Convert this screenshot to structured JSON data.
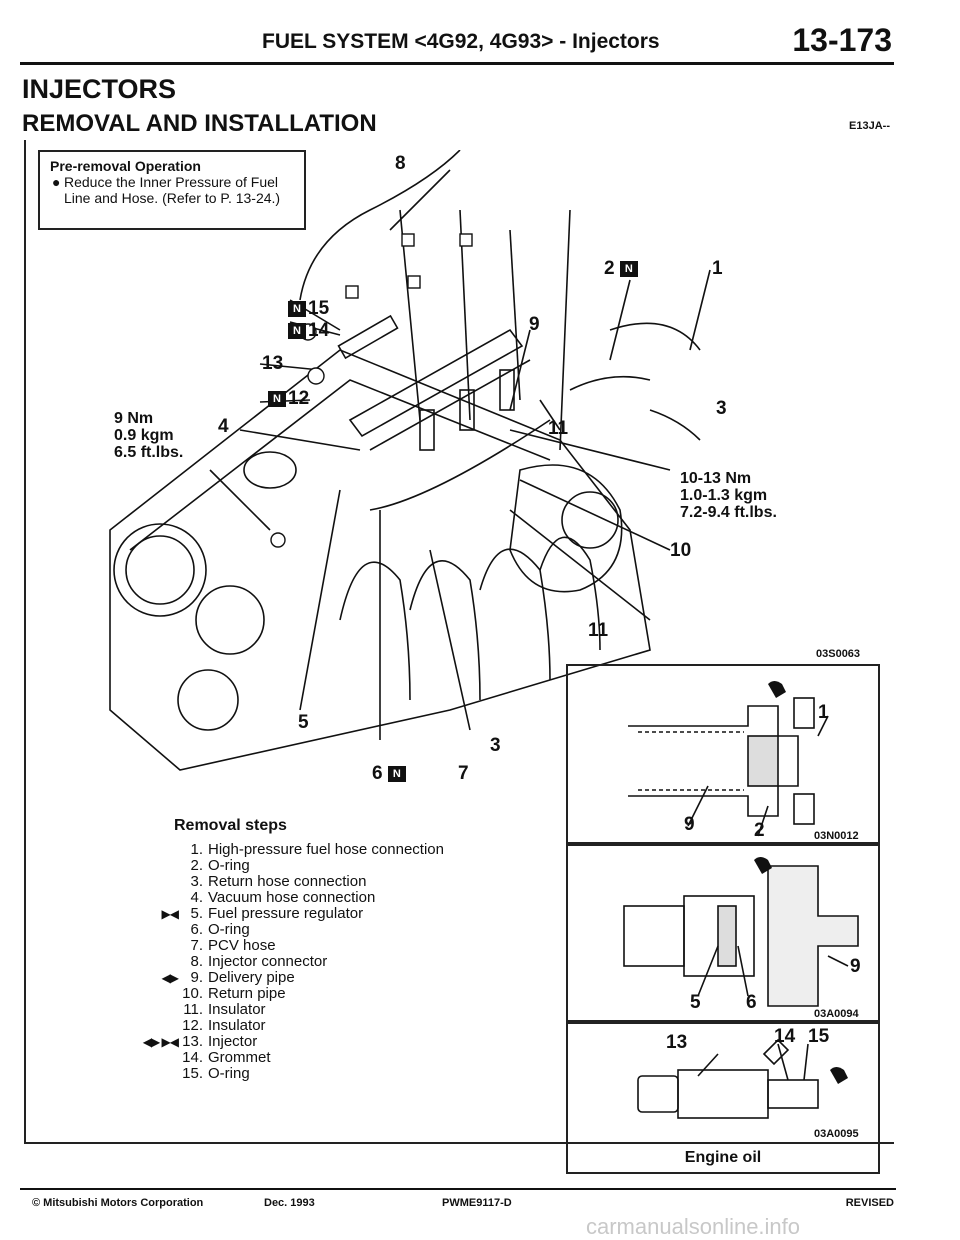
{
  "header": {
    "title": "FUEL SYSTEM <4G92, 4G93> - Injectors",
    "page_number": "13-173"
  },
  "section_title": "INJECTORS",
  "sub_title": "REMOVAL AND INSTALLATION",
  "doc_code": "E13JA--",
  "pre_removal": {
    "heading": "Pre-removal Operation",
    "bullet": "●",
    "item": "Reduce the Inner Pressure of Fuel Line and Hose. (Refer to P. 13-24.)"
  },
  "badge_letter": "N",
  "diagram": {
    "callouts": {
      "c8": "8",
      "c15": "15",
      "c14": "14",
      "c13": "13",
      "c12": "12",
      "c4": "4",
      "c9": "9",
      "c2": "2",
      "c1": "1",
      "c3": "3",
      "c11a": "11",
      "c11b": "11",
      "c10": "10",
      "c5": "5",
      "c3b": "3",
      "c6": "6",
      "c7": "7"
    },
    "torque_small": [
      "9 Nm",
      "0.9 kgm",
      "6.5 ft.lbs."
    ],
    "torque_large": [
      "10-13 Nm",
      "1.0-1.3 kgm",
      "7.2-9.4 ft.lbs."
    ],
    "figure_code": "03S0063"
  },
  "removal_steps": {
    "heading": "Removal steps",
    "steps": [
      {
        "mark": "",
        "num": "1.",
        "text": "High-pressure fuel hose connection"
      },
      {
        "mark": "",
        "num": "2.",
        "text": "O-ring"
      },
      {
        "mark": "",
        "num": "3.",
        "text": "Return hose connection"
      },
      {
        "mark": "",
        "num": "4.",
        "text": "Vacuum hose connection"
      },
      {
        "mark": "▶◀",
        "num": "5.",
        "text": "Fuel pressure regulator"
      },
      {
        "mark": "",
        "num": "6.",
        "text": "O-ring"
      },
      {
        "mark": "",
        "num": "7.",
        "text": "PCV hose"
      },
      {
        "mark": "",
        "num": "8.",
        "text": "Injector connector"
      },
      {
        "mark": "◀▶",
        "num": "9.",
        "text": "Delivery pipe"
      },
      {
        "mark": "",
        "num": "10.",
        "text": "Return pipe"
      },
      {
        "mark": "",
        "num": "11.",
        "text": "Insulator"
      },
      {
        "mark": "",
        "num": "12.",
        "text": "Insulator"
      },
      {
        "mark": "◀▶ ▶◀",
        "num": "13.",
        "text": "Injector"
      },
      {
        "mark": "",
        "num": "14.",
        "text": "Grommet"
      },
      {
        "mark": "",
        "num": "15.",
        "text": "O-ring"
      }
    ]
  },
  "detail_panels": {
    "panel1": {
      "labels": [
        "1",
        "9",
        "2"
      ],
      "code": "03N0012"
    },
    "panel2": {
      "labels": [
        "9",
        "5",
        "6"
      ],
      "code": "03A0094"
    },
    "panel3": {
      "labels": [
        "13",
        "14",
        "15"
      ],
      "code": "03A0095"
    },
    "legend": "Engine oil"
  },
  "footer": {
    "copyright": "© Mitsubishi Motors Corporation",
    "date": "Dec. 1993",
    "pub_code": "PWME9117-D",
    "status": "REVISED"
  },
  "watermark": "carmanualsonline.info",
  "colors": {
    "ink": "#111111",
    "paper": "#ffffff",
    "watermark": "#c8c8c8"
  }
}
